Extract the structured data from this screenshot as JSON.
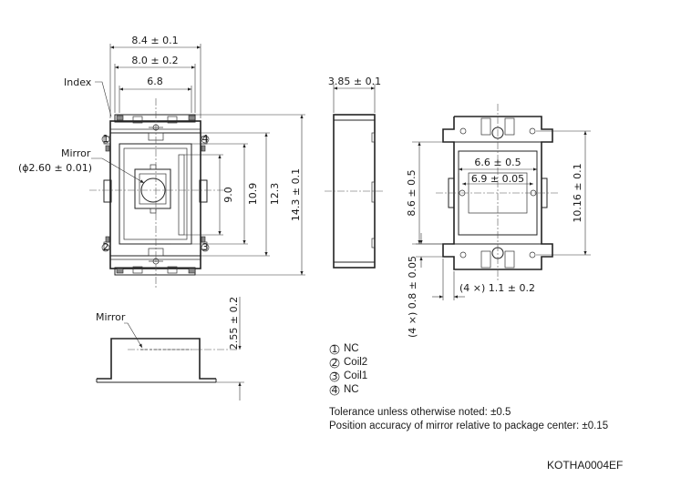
{
  "dims": {
    "top_w1": "8.4 ± 0.1",
    "top_w2": "8.0 ± 0.2",
    "top_w3": "6.8",
    "side_w": "3.85 ± 0.1",
    "h_9": "9.0",
    "h_109": "10.9",
    "h_123": "12.3",
    "h_143": "14.3 ± 0.1",
    "r_66": "6.6 ± 0.5",
    "r_69": "6.9 ± 0.05",
    "r_86": "8.6 ± 0.5",
    "r_1016": "10.16 ± 0.1",
    "r_08": "(4 ×) 0.8 ± 0.05",
    "r_11": "(4 ×) 1.1 ± 0.2",
    "f_255": "2.55 ± 0.2"
  },
  "labels": {
    "index": "Index",
    "mirror": "Mirror",
    "mirror_dia": "(ϕ2.60 ± 0.01)",
    "mirror_front": "Mirror"
  },
  "pins": {
    "n1": "1",
    "n2": "2",
    "n3": "3",
    "n4": "4"
  },
  "legend": [
    {
      "num": "1",
      "name": "NC"
    },
    {
      "num": "2",
      "name": "Coil2"
    },
    {
      "num": "3",
      "name": "Coil1"
    },
    {
      "num": "4",
      "name": "NC"
    }
  ],
  "notes": {
    "tolerance": "Tolerance unless otherwise noted: ±0.5",
    "position": "Position accuracy of mirror relative to package center: ±0.15"
  },
  "drawing_code": "KOTHA0004EF"
}
